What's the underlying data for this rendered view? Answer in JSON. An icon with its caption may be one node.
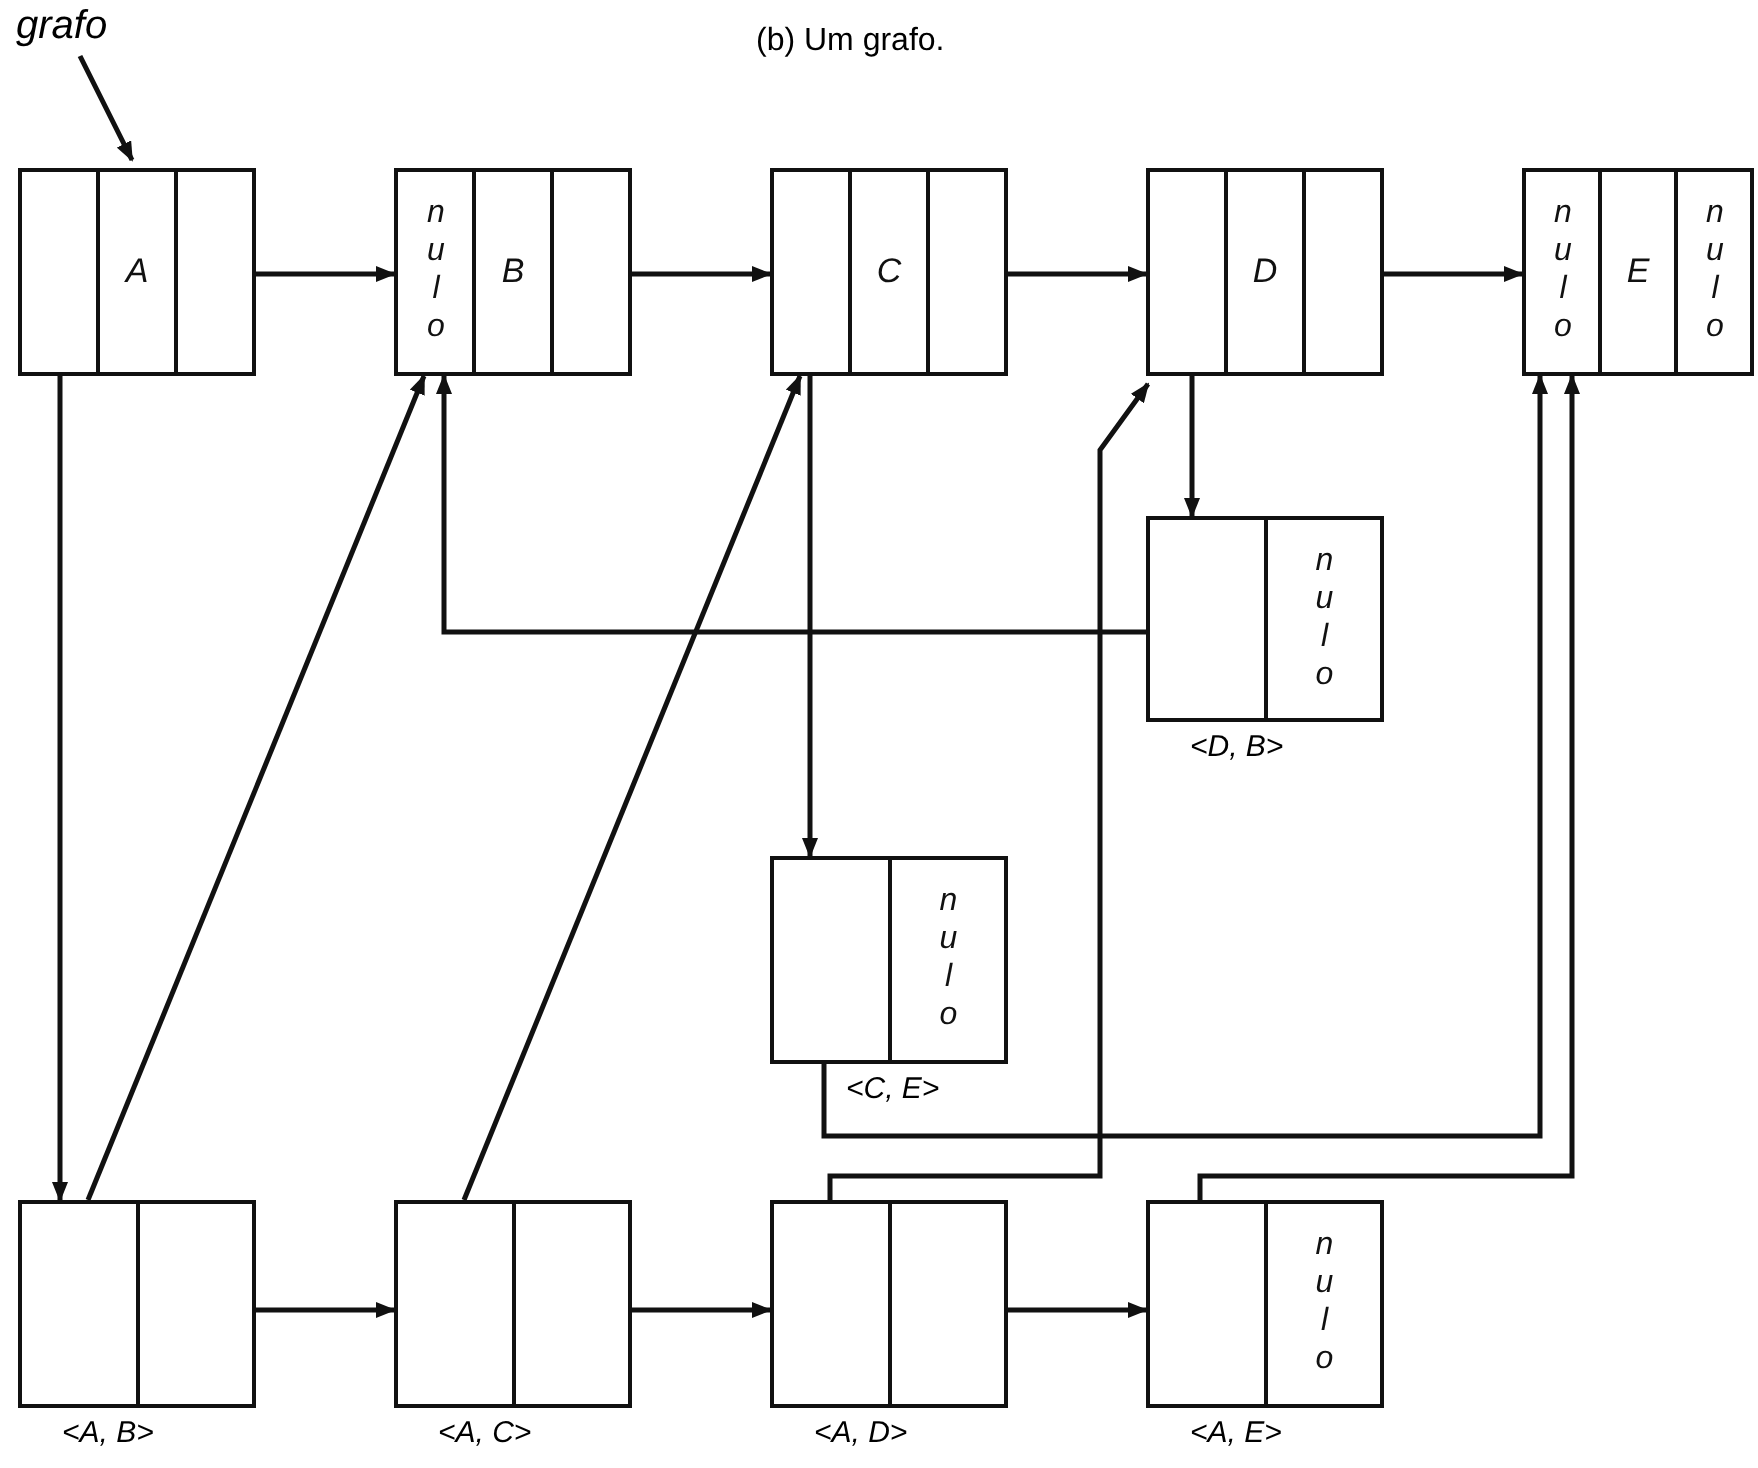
{
  "diagram": {
    "title": "(b) Um grafo.",
    "nodes": [
      {
        "text": [
          "grafo"
        ]
      },
      {
        "text": [
          "A"
        ]
      },
      {
        "text": [
          "nulo",
          "B"
        ]
      },
      {
        "text": [
          "C"
        ]
      },
      {
        "text": [
          "D"
        ]
      },
      {
        "text": [
          "nulo",
          "E",
          "nulo"
        ]
      },
      {
        "text": [
          "nulo"
        ],
        "beside": [
          "<D, B>"
        ]
      },
      {
        "text": [
          "nulo"
        ],
        "beside": [
          "<C, E>"
        ]
      },
      {
        "text": [],
        "shape": "box",
        "beside": [
          "<A, B>"
        ]
      },
      {
        "text": [],
        "shape": "box",
        "beside": [
          "<A, C>"
        ]
      },
      {
        "text": [],
        "shape": "box",
        "beside": [
          "<A, D>"
        ]
      },
      {
        "text": [
          "nulo"
        ],
        "beside": [
          "<A, E>"
        ]
      }
    ],
    "edges": [
      {
        "from": 0,
        "to": 1,
        "arrow": "to"
      },
      {
        "from": 1,
        "to": 2,
        "arrow": "to"
      },
      {
        "from": 2,
        "to": 3,
        "arrow": "to"
      },
      {
        "from": 3,
        "to": 4,
        "arrow": "to"
      },
      {
        "from": 4,
        "to": 5,
        "arrow": "to"
      },
      {
        "from": 1,
        "to": 8,
        "arrow": "to"
      },
      {
        "from": 8,
        "to": 2,
        "arrow": "to"
      },
      {
        "from": 8,
        "to": 9,
        "arrow": "to"
      },
      {
        "from": 9,
        "to": 3,
        "arrow": "to"
      },
      {
        "from": 9,
        "to": 10,
        "arrow": "to"
      },
      {
        "from": 10,
        "to": 4,
        "arrow": "to"
      },
      {
        "from": 10,
        "to": 11,
        "arrow": "to"
      },
      {
        "from": 3,
        "to": 7,
        "arrow": "to"
      },
      {
        "from": 4,
        "to": 6,
        "arrow": "to"
      },
      {
        "from": 6,
        "to": 2,
        "arrow": "to"
      },
      {
        "from": 7,
        "to": 5,
        "arrow": "to"
      },
      {
        "from": 11,
        "to": 5,
        "arrow": "to"
      }
    ]
  }
}
